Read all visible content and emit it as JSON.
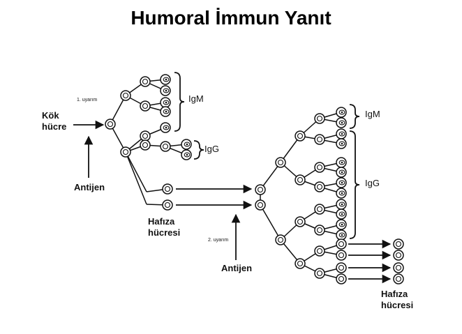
{
  "title": "Humoral İmmun Yanıt",
  "labels": {
    "stem_cell": [
      "Kök",
      "hücre"
    ],
    "antigen_1": "Antijen",
    "stimulation_1": "1. uyarım",
    "igm_1": "IgM",
    "igg_1": "IgG",
    "memory_cell_1": [
      "Hafıza",
      "hücresi"
    ],
    "antigen_2": "Antijen",
    "stimulation_2": "2. uyarım",
    "igm_2": "IgM",
    "igg_2": "IgG",
    "memory_cell_2": [
      "Hafıza",
      "hücresi"
    ]
  }
}
